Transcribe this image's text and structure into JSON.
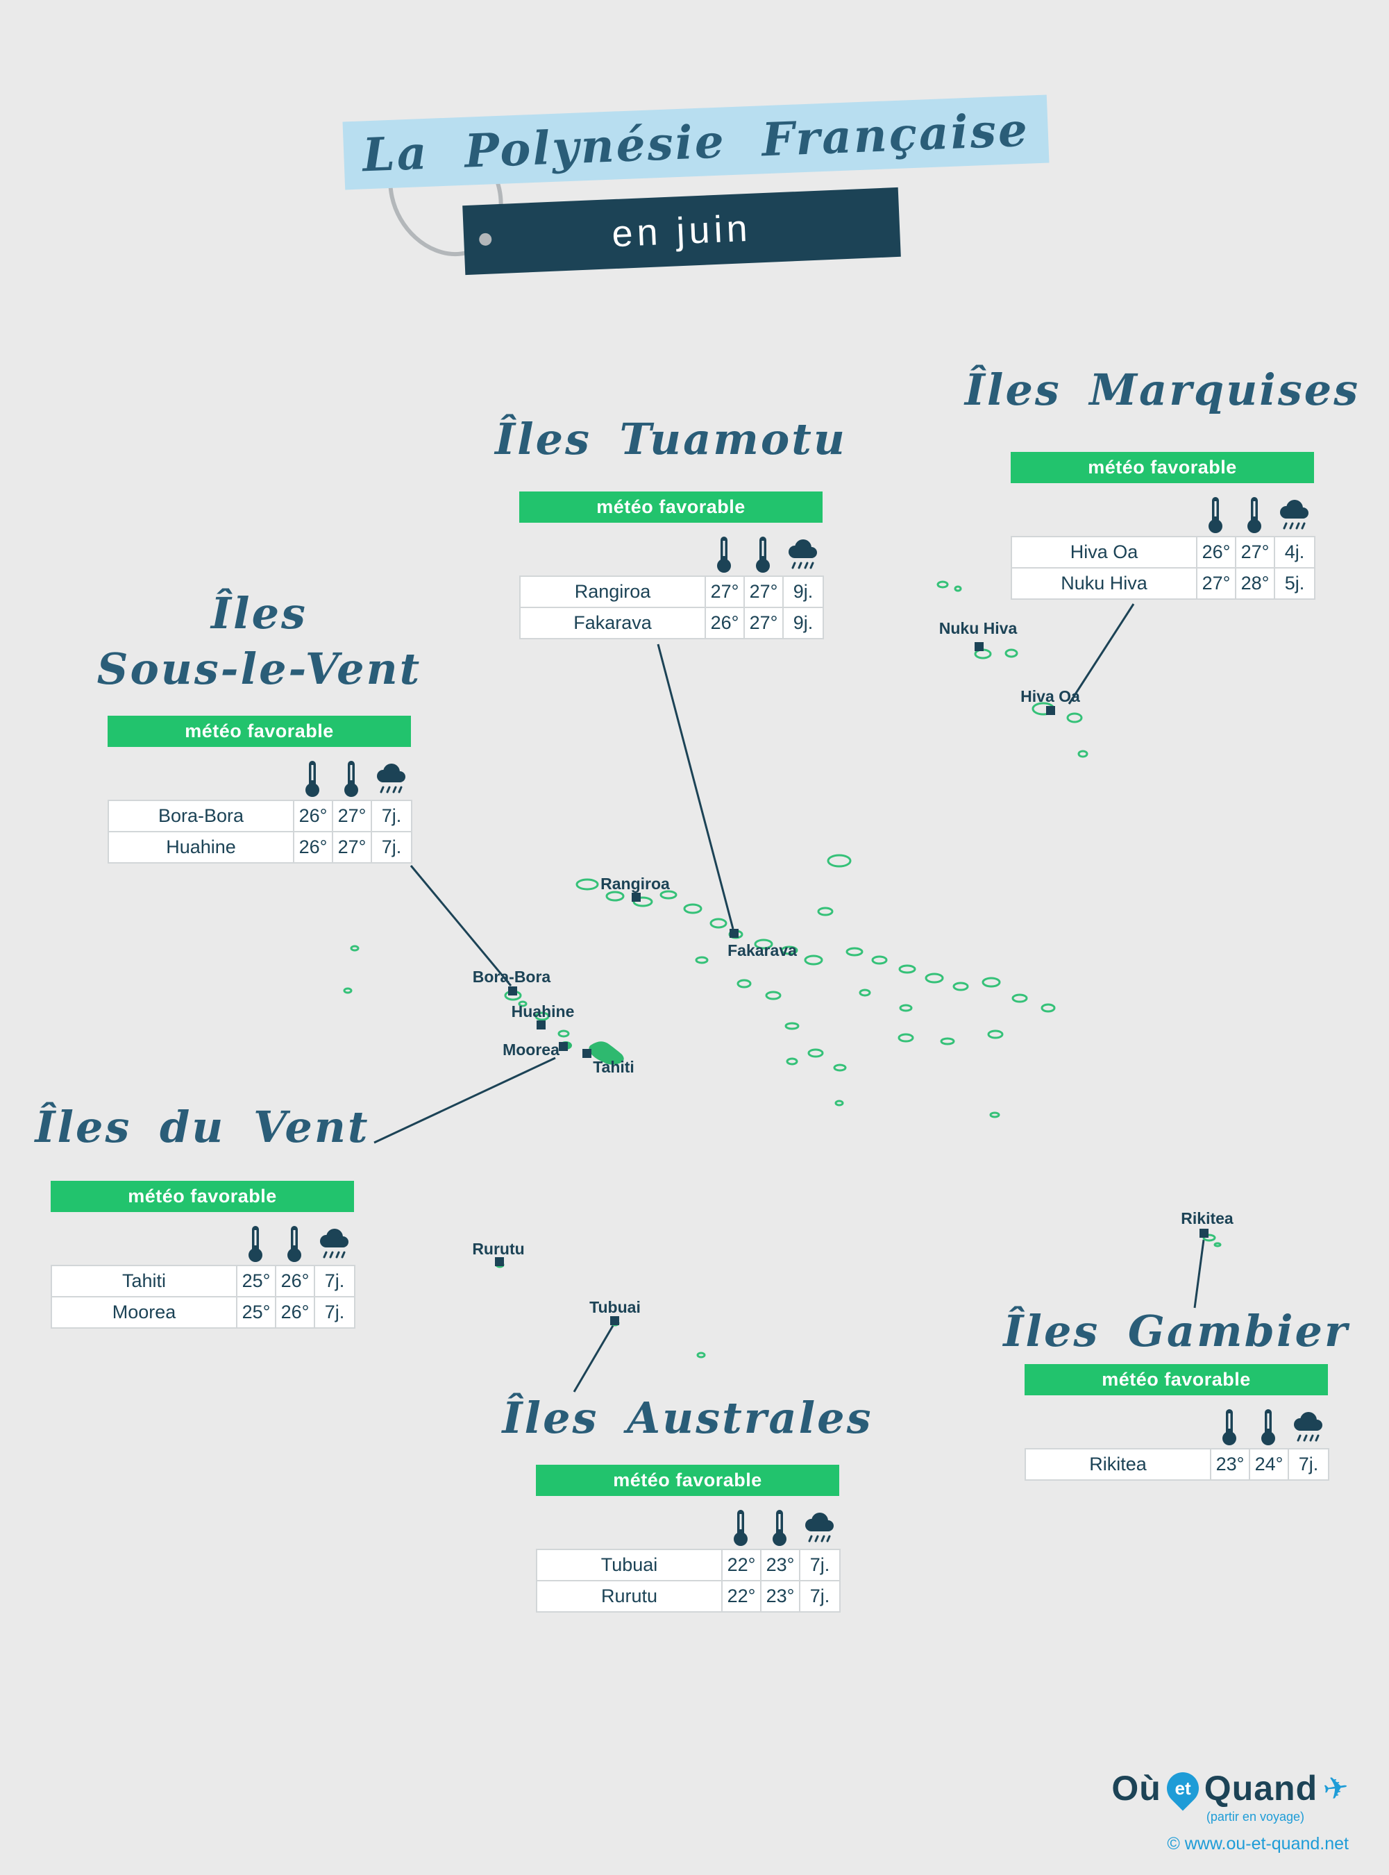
{
  "title": {
    "main": "La Polynésie Française",
    "tag": "en juin"
  },
  "regions": {
    "marquises": {
      "title": "Îles Marquises",
      "badge": "météo favorable",
      "rows": [
        {
          "place": "Hiva Oa",
          "temp_air": "26°",
          "temp_sea": "27°",
          "rain_days": "4j."
        },
        {
          "place": "Nuku Hiva",
          "temp_air": "27°",
          "temp_sea": "28°",
          "rain_days": "5j."
        }
      ]
    },
    "tuamotu": {
      "title": "Îles Tuamotu",
      "badge": "météo favorable",
      "rows": [
        {
          "place": "Rangiroa",
          "temp_air": "27°",
          "temp_sea": "27°",
          "rain_days": "9j."
        },
        {
          "place": "Fakarava",
          "temp_air": "26°",
          "temp_sea": "27°",
          "rain_days": "9j."
        }
      ]
    },
    "sous_le_vent": {
      "title_line1": "Îles",
      "title_line2": "Sous-le-Vent",
      "badge": "météo favorable",
      "rows": [
        {
          "place": "Bora-Bora",
          "temp_air": "26°",
          "temp_sea": "27°",
          "rain_days": "7j."
        },
        {
          "place": "Huahine",
          "temp_air": "26°",
          "temp_sea": "27°",
          "rain_days": "7j."
        }
      ]
    },
    "du_vent": {
      "title": "Îles du Vent",
      "badge": "météo favorable",
      "rows": [
        {
          "place": "Tahiti",
          "temp_air": "25°",
          "temp_sea": "26°",
          "rain_days": "7j."
        },
        {
          "place": "Moorea",
          "temp_air": "25°",
          "temp_sea": "26°",
          "rain_days": "7j."
        }
      ]
    },
    "australes": {
      "title": "Îles Australes",
      "badge": "météo favorable",
      "rows": [
        {
          "place": "Tubuai",
          "temp_air": "22°",
          "temp_sea": "23°",
          "rain_days": "7j."
        },
        {
          "place": "Rurutu",
          "temp_air": "22°",
          "temp_sea": "23°",
          "rain_days": "7j."
        }
      ]
    },
    "gambier": {
      "title": "Îles Gambier",
      "badge": "météo favorable",
      "rows": [
        {
          "place": "Rikitea",
          "temp_air": "23°",
          "temp_sea": "24°",
          "rain_days": "7j."
        }
      ]
    }
  },
  "map_labels": {
    "nuku_hiva": "Nuku Hiva",
    "hiva_oa": "Hiva Oa",
    "rangiroa": "Rangiroa",
    "fakarava": "Fakarava",
    "bora_bora": "Bora-Bora",
    "huahine": "Huahine",
    "moorea": "Moorea",
    "tahiti": "Tahiti",
    "rurutu": "Rurutu",
    "tubuai": "Tubuai",
    "rikitea": "Rikitea"
  },
  "footer": {
    "brand_ou": "Où",
    "brand_et": "et",
    "brand_quand": "Quand",
    "plane_glyph": "✈",
    "tagline": "(partir en voyage)",
    "copyright": "© www.ou-et-quand.net"
  },
  "colors": {
    "navy": "#1c4356",
    "heading_blue": "#2a5d78",
    "green_badge": "#22c36d",
    "island_green": "#35c178",
    "light_blue": "#b8def0",
    "brand_blue": "#1e9cd7",
    "background": "#eaeaea"
  }
}
